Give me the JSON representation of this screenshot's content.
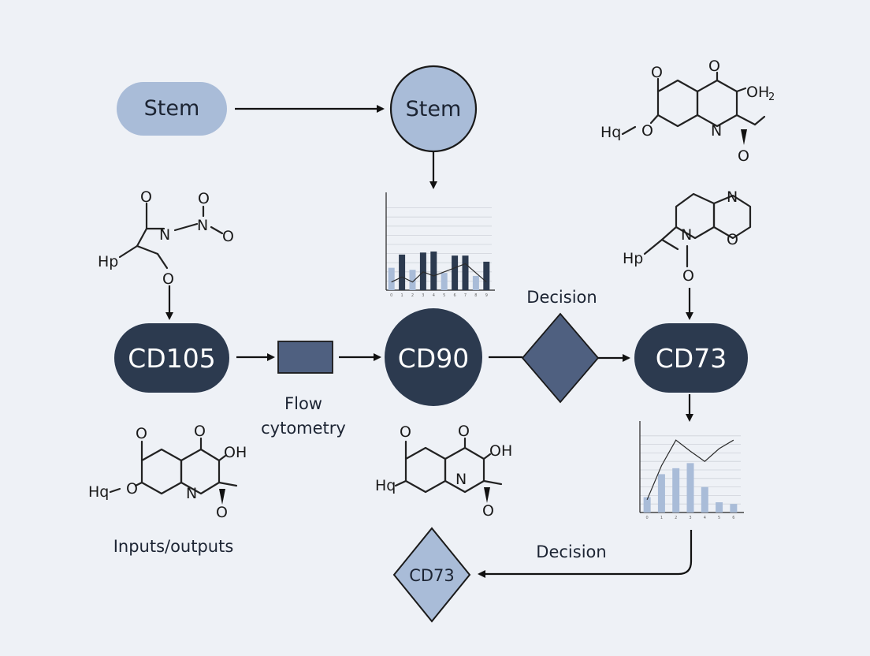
{
  "nodes": {
    "stem_pill": "Stem",
    "stem_circle": "Stem",
    "cd105": "CD105",
    "cd90": "CD90",
    "cd73": "CD73",
    "cd73_diamond": "CD73"
  },
  "captions": {
    "flow_line1": "Flow",
    "flow_line2": "cytometry",
    "decision_top": "Decision",
    "decision_bottom": "Decision",
    "inputs_outputs": "Inputs/outputs"
  },
  "chem_labels": {
    "tr_o_left": "O",
    "tr_o_top": "O",
    "tr_oh": "OH",
    "tr_oh_sub": "2",
    "tr_hq": "Hq",
    "tr_o_link": "O",
    "tr_n": "N",
    "tr_o_bottom": "O",
    "tl_o1": "O",
    "tl_o2": "O",
    "tl_n1": "N",
    "tl_n2": "N",
    "tl_o3": "O",
    "tl_hp": "Hp",
    "tl_o4": "O",
    "mr_n1": "N",
    "mr_n2": "N",
    "mr_o1": "O",
    "mr_hp": "Hp",
    "mr_o2": "O",
    "bl_o1": "O",
    "bl_o2": "O",
    "bl_oh": "OH",
    "bl_hq": "Hq",
    "bl_o3": "O",
    "bl_n": "N",
    "bl_o4": "O",
    "bm_o1": "O",
    "bm_o2": "O",
    "bm_oh": "OH",
    "bm_hq": "Hq",
    "bm_n": "N",
    "bm_o3": "O"
  },
  "colors": {
    "light_node": "#a9bcd8",
    "dark_node": "#2c3a4f",
    "mid_node": "#4f6080",
    "bar_dark": "#2c3a4f",
    "bar_light": "#a9bcd8",
    "background": "#eef1f6"
  },
  "chart_data": [
    {
      "type": "bar",
      "categories": [
        "0",
        "1",
        "2",
        "3",
        "4",
        "5",
        "6",
        "7",
        "8",
        "9"
      ],
      "values": [
        22,
        35,
        20,
        37,
        38,
        17,
        34,
        34,
        14,
        28
      ],
      "line": [
        8,
        13,
        8,
        18,
        14,
        18,
        22,
        26,
        17,
        8
      ],
      "bar_colors": [
        "#a9bcd8",
        "#2c3a4f",
        "#a9bcd8",
        "#2c3a4f",
        "#2c3a4f",
        "#a9bcd8",
        "#2c3a4f",
        "#2c3a4f",
        "#a9bcd8",
        "#2c3a4f"
      ],
      "ylim": [
        0,
        90
      ]
    },
    {
      "type": "bar",
      "categories": [
        "0",
        "1",
        "2",
        "3",
        "4",
        "5",
        "6"
      ],
      "values": [
        18,
        45,
        52,
        58,
        30,
        12,
        10
      ],
      "line": [
        15,
        55,
        85,
        72,
        60,
        75,
        85
      ],
      "bar_colors": [
        "#a9bcd8",
        "#a9bcd8",
        "#a9bcd8",
        "#a9bcd8",
        "#a9bcd8",
        "#a9bcd8",
        "#a9bcd8"
      ],
      "ylim": [
        0,
        100
      ]
    }
  ]
}
